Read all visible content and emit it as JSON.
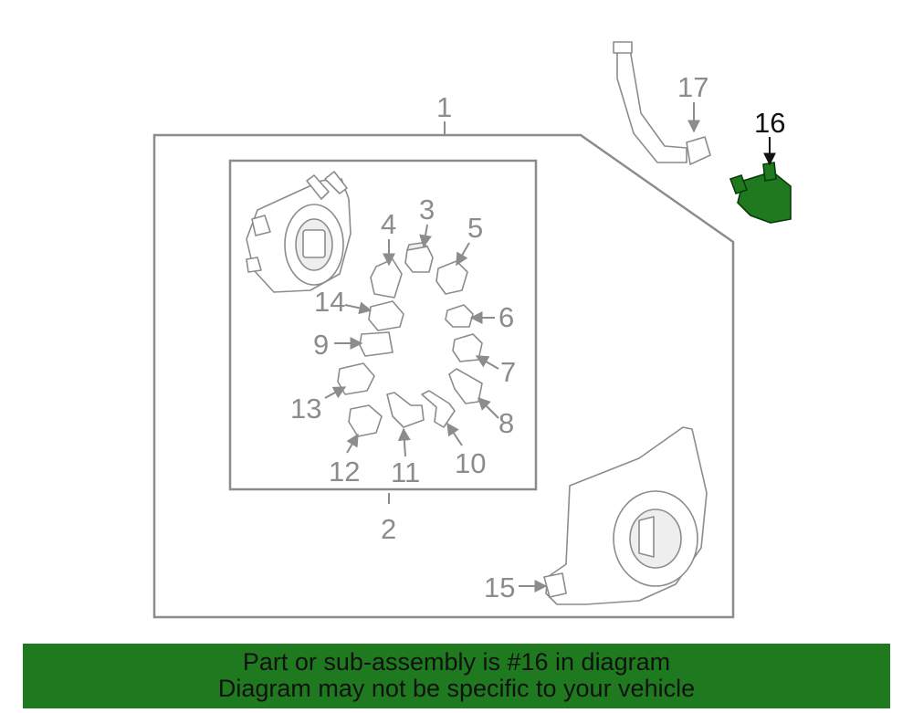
{
  "callouts": {
    "c1": "1",
    "c2": "2",
    "c3": "3",
    "c4": "4",
    "c5": "5",
    "c6": "6",
    "c7": "7",
    "c8": "8",
    "c9": "9",
    "c10": "10",
    "c11": "11",
    "c12": "12",
    "c13": "13",
    "c14": "14",
    "c15": "15",
    "c16": "16",
    "c17": "17"
  },
  "highlighted_part": "16",
  "colors": {
    "highlight": "#1f7a1f",
    "line": "#8c8c8c",
    "banner_bg": "#1f7a1f"
  },
  "banner": {
    "line1": "Part or sub-assembly is #16 in diagram",
    "line2": "Diagram may not be specific to your vehicle"
  }
}
